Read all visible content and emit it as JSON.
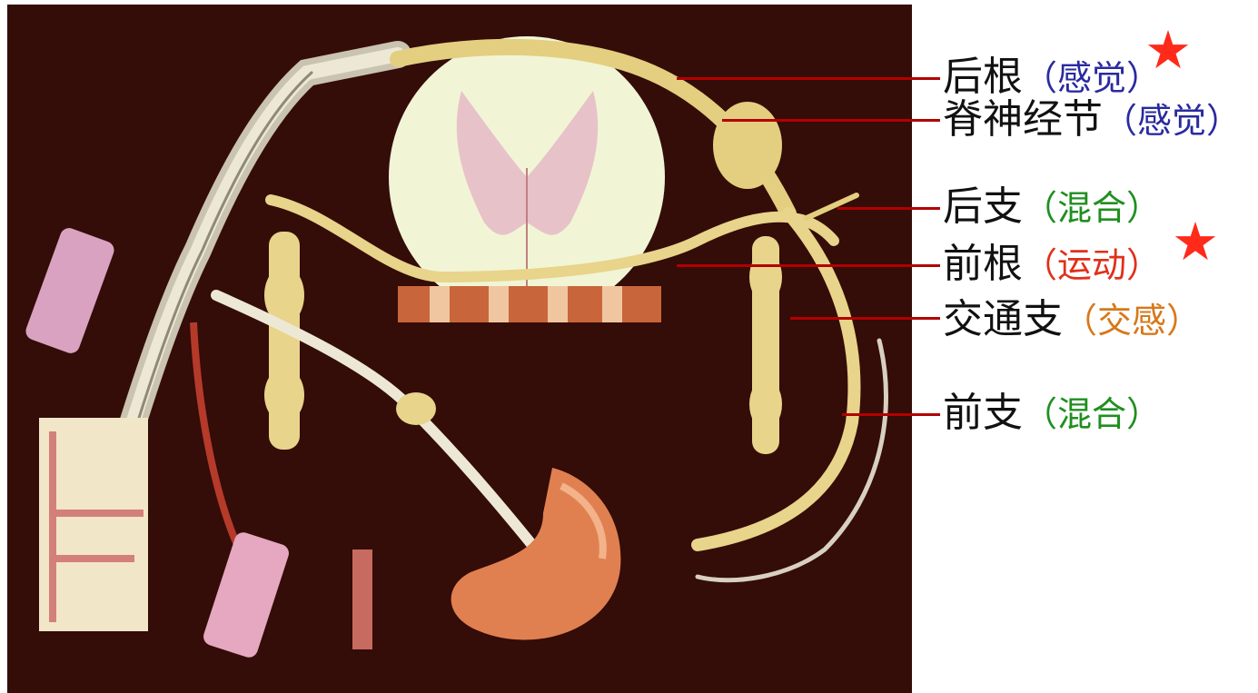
{
  "colors": {
    "background": "#3a0f0a",
    "leader_line": "#b30000",
    "label_black": "#111111",
    "sensory_blue": "#2a2aa0",
    "mixed_green": "#1f8f1f",
    "motor_red": "#e0301a",
    "sympathetic_orange": "#d7781a",
    "star": "#ff2a1a"
  },
  "labels": [
    {
      "id": "dorsal-root",
      "name": "后根",
      "paren": "（感觉）",
      "paren_color": "sensory_blue",
      "star": true
    },
    {
      "id": "spinal-ganglion",
      "name": "脊神经节",
      "paren": "（感觉）",
      "paren_color": "sensory_blue",
      "star": false
    },
    {
      "id": "posterior-ramus",
      "name": "后支",
      "paren": "（混合）",
      "paren_color": "mixed_green",
      "star": false
    },
    {
      "id": "ventral-root",
      "name": "前根",
      "paren": "（运动）",
      "paren_color": "motor_red",
      "star": true
    },
    {
      "id": "communicating-ramus",
      "name": "交通支",
      "paren": "（交感）",
      "paren_color": "sympathetic_orange",
      "star": false
    },
    {
      "id": "anterior-ramus",
      "name": "前支",
      "paren": "（混合）",
      "paren_color": "mixed_green",
      "star": false
    }
  ],
  "star_glyph": "★"
}
